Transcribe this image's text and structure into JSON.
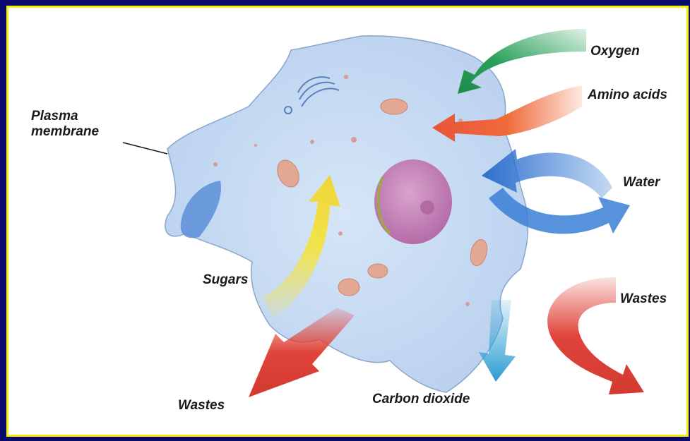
{
  "labels": {
    "plasma_membrane": "Plasma\nmembrane",
    "oxygen": "Oxygen",
    "amino_acids": "Amino acids",
    "water": "Water",
    "sugars": "Sugars",
    "wastes_right": "Wastes",
    "wastes_bottom": "Wastes",
    "carbon_dioxide": "Carbon dioxide"
  },
  "colors": {
    "frame": "#0a0a6e",
    "border": "#f4f000",
    "cell": "#c8dcf2",
    "nucleus": "#c98ab8",
    "oxygen_arrow": "#2aa05a",
    "amino_arrow": "#f06a3a",
    "water_arrow": "#3a7fd6",
    "sugar_arrow": "#f2e24a",
    "waste_arrow": "#e0443a",
    "co2_arrow": "#3aa8d8"
  },
  "icons": [
    "cell-body-icon",
    "nucleus-icon",
    "golgi-icon",
    "mitochondrion-icon"
  ]
}
